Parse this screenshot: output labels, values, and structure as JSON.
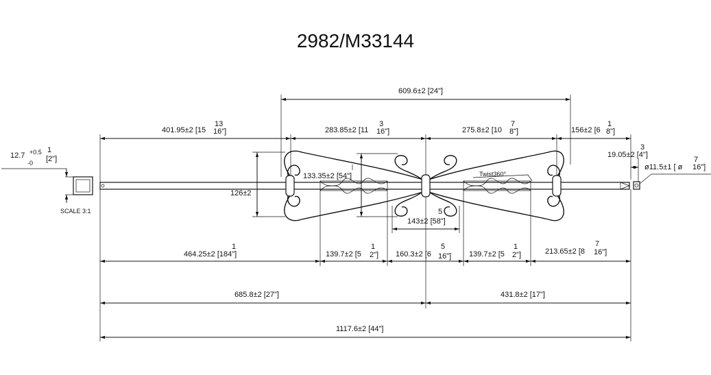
{
  "title": "2982/M33144",
  "scale_label": "SCALE 3:1",
  "twist_label": "Twist360°",
  "dims": {
    "top_overall": "609.6±2 [24\"]",
    "seg1": "401.95±2 [15",
    "seg1_num": "13",
    "seg1_den": "16\"]",
    "seg2": "283.85±2 [11",
    "seg2_num": "3",
    "seg2_den": "16\"]",
    "seg3": "275.8±2 [10",
    "seg3_num": "7",
    "seg3_den": "8\"]",
    "seg4": "156±2 [6",
    "seg4_num": "1",
    "seg4_den": "8\"]",
    "left_section": "12.7",
    "left_tol_plus": "+0.5",
    "left_tol_minus": "-0",
    "left_frac_num": "1",
    "left_frac_den": "[2\"]",
    "height": "126±2",
    "twist_len": "133.35±2 [54\"]",
    "inner_width": "143±2 [58\"]",
    "inner_width_frac": "5",
    "end_len": "19.05±2 [4\"]",
    "end_len_num": "3",
    "end_dia": "ø11.5±1 [ ø",
    "end_dia_num": "7",
    "end_dia_den": "16\"]",
    "b1": "464.25±2 [184\"]",
    "b1_num": "1",
    "b2": "139.7±2 [5",
    "b2_num": "1",
    "b2_den": "2\"]",
    "b3": "160.3±2 [6",
    "b3_num": "5",
    "b3_den": "16\"]",
    "b4": "139.7±2 [5",
    "b4_num": "1",
    "b4_den": "2\"]",
    "b5": "213.65±2 [8",
    "b5_num": "7",
    "b5_den": "16\"]",
    "c1": "685.8±2 [27\"]",
    "c2": "431.8±2 [17\"]",
    "overall": "1117.6±2 [44\"]"
  }
}
